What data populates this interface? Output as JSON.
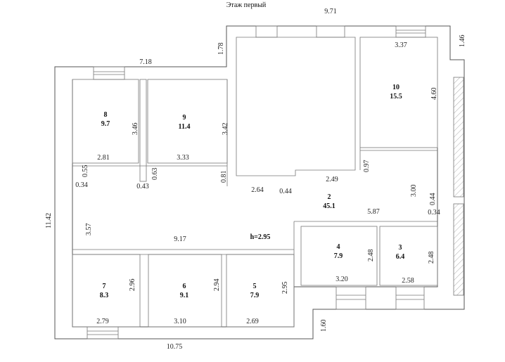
{
  "title": "Этаж первый",
  "ceiling_height": "h=2.95",
  "rooms": [
    {
      "number": "2",
      "area": "45.1"
    },
    {
      "number": "3",
      "area": "6.4"
    },
    {
      "number": "4",
      "area": "7.9"
    },
    {
      "number": "5",
      "area": "7.9"
    },
    {
      "number": "6",
      "area": "9.1"
    },
    {
      "number": "7",
      "area": "8.3"
    },
    {
      "number": "8",
      "area": "9.7"
    },
    {
      "number": "9",
      "area": "11.4"
    },
    {
      "number": "10",
      "area": "15.5"
    }
  ],
  "dimensions": {
    "top_right": "9.71",
    "top_left": "7.18",
    "step_left": "1.78",
    "step_right": "1.46",
    "left_total": "11.42",
    "bottom_total": "10.75",
    "bottom_step": "1.60",
    "r10_width": "3.37",
    "r10_height": "4.60",
    "r8_height": "3.46",
    "r8_width": "2.81",
    "r9_height": "3.42",
    "r9_width": "3.33",
    "d055": "0.55",
    "d034_left": "0.34",
    "d043": "0.43",
    "d063": "0.63",
    "d081": "0.81",
    "d264": "2.64",
    "d044_mid": "0.44",
    "d249": "2.49",
    "d097": "0.97",
    "d300": "3.00",
    "d044_right": "0.44",
    "d034_right": "0.34",
    "d587": "5.87",
    "d357": "3.57",
    "d917": "9.17",
    "r4_height": "2.48",
    "r4_width": "3.20",
    "r3_height": "2.48",
    "r3_width": "2.58",
    "r7_height": "2.96",
    "r7_width": "2.79",
    "r6_height": "2.94",
    "r6_width": "3.10",
    "r5_height": "2.95",
    "r5_width": "2.69"
  }
}
